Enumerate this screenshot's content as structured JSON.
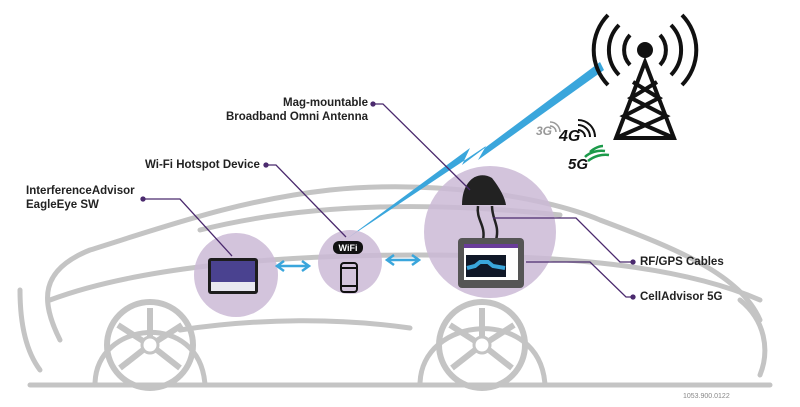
{
  "labels": {
    "antenna_line1": "Mag-mountable",
    "antenna_line2": "Broadband Omni Antenna",
    "hotspot": "Wi-Fi Hotspot Device",
    "interference_line1": "InterferenceAdvisor",
    "interference_line2": "EagleEye SW",
    "cables": "RF/GPS Cables",
    "celladvisor": "CellAdvisor 5G"
  },
  "generations": [
    "3G",
    "4G",
    "5G"
  ],
  "wifi_badge": "WiFi",
  "figure_code": "1053.900.0122",
  "colors": {
    "accent_blue": "#3aa6dc",
    "leader_purple": "#4b2a6e",
    "circle_fill": "#cbbad6",
    "car_gray": "#c4c4c4",
    "fiveg_green": "#1c9a4a"
  }
}
